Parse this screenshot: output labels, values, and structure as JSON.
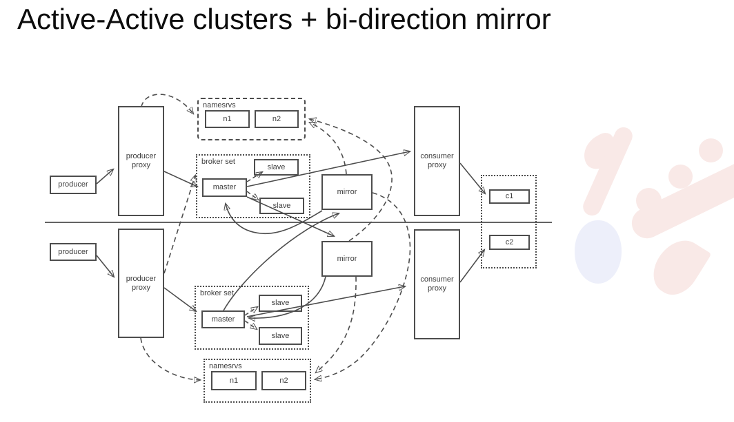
{
  "title": "Active-Active clusters + bi-direction mirror",
  "colors": {
    "line": "#4d4d4d",
    "box_text": "#3e3e3e",
    "logo_pink": "#f9e9e7",
    "logo_blue": "#edeffa"
  },
  "clusters": {
    "top": {
      "producer": "producer",
      "producer_proxy": "producer proxy",
      "namesrvs": {
        "label": "namesrvs",
        "n1": "n1",
        "n2": "n2"
      },
      "broker_set": {
        "label": "broker set",
        "master": "master",
        "slave1": "slave",
        "slave2": "slave"
      },
      "mirror": "mirror",
      "consumer_proxy": "consumer proxy",
      "consumer": "c1"
    },
    "bottom": {
      "producer": "producer",
      "producer_proxy": "producer proxy",
      "namesrvs": {
        "label": "namesrvs",
        "n1": "n1",
        "n2": "n2"
      },
      "broker_set": {
        "label": "broker set",
        "master": "master",
        "slave1": "slave",
        "slave2": "slave"
      },
      "mirror": "mirror",
      "consumer_proxy": "consumer proxy",
      "consumer": "c2"
    }
  },
  "edges": [
    {
      "from": "producer-top",
      "to": "producer-proxy-top",
      "style": "solid-arrow"
    },
    {
      "from": "producer-proxy-top",
      "to": "master-top",
      "style": "solid-arrow"
    },
    {
      "from": "master-top",
      "to": "consumer-proxy-top",
      "style": "solid-arrow"
    },
    {
      "from": "consumer-proxy-top",
      "to": "c1",
      "style": "solid-arrow"
    },
    {
      "from": "master-top",
      "to": "mirror-bottom",
      "style": "solid-arrow"
    },
    {
      "from": "mirror-bottom",
      "to": "master-bottom",
      "style": "solid-arrow"
    },
    {
      "from": "master-bottom",
      "to": "mirror-top",
      "style": "solid-arrow"
    },
    {
      "from": "mirror-top",
      "to": "master-top",
      "style": "solid-arrow"
    },
    {
      "from": "master-top",
      "to": "slave-top-1",
      "style": "dashed-arrow"
    },
    {
      "from": "master-top",
      "to": "slave-top-2",
      "style": "dashed-arrow"
    },
    {
      "from": "producer-bottom",
      "to": "producer-proxy-bottom",
      "style": "solid-arrow"
    },
    {
      "from": "producer-proxy-bottom",
      "to": "master-bottom",
      "style": "solid-arrow"
    },
    {
      "from": "master-bottom",
      "to": "consumer-proxy-bottom",
      "style": "solid-arrow"
    },
    {
      "from": "consumer-proxy-bottom",
      "to": "c2",
      "style": "solid-arrow"
    },
    {
      "from": "master-bottom",
      "to": "slave-bottom-1",
      "style": "dashed-arrow"
    },
    {
      "from": "master-bottom",
      "to": "slave-bottom-2",
      "style": "dashed-arrow"
    },
    {
      "from": "producer-proxy-top",
      "to": "namesrvs-top",
      "style": "dashed-arrow"
    },
    {
      "from": "producer-proxy-bottom",
      "to": "namesrvs-bottom",
      "style": "dashed-arrow"
    },
    {
      "from": "producer-proxy-bottom",
      "to": "namesrvs-top",
      "style": "dashed-arrow"
    },
    {
      "from": "mirror-top",
      "to": "namesrvs-top",
      "style": "dashed-arrow"
    },
    {
      "from": "mirror-top",
      "to": "namesrvs-bottom",
      "style": "dashed-arrow"
    },
    {
      "from": "mirror-bottom",
      "to": "namesrvs-top",
      "style": "dashed-arrow"
    },
    {
      "from": "mirror-bottom",
      "to": "namesrvs-bottom",
      "style": "dashed-arrow"
    }
  ]
}
